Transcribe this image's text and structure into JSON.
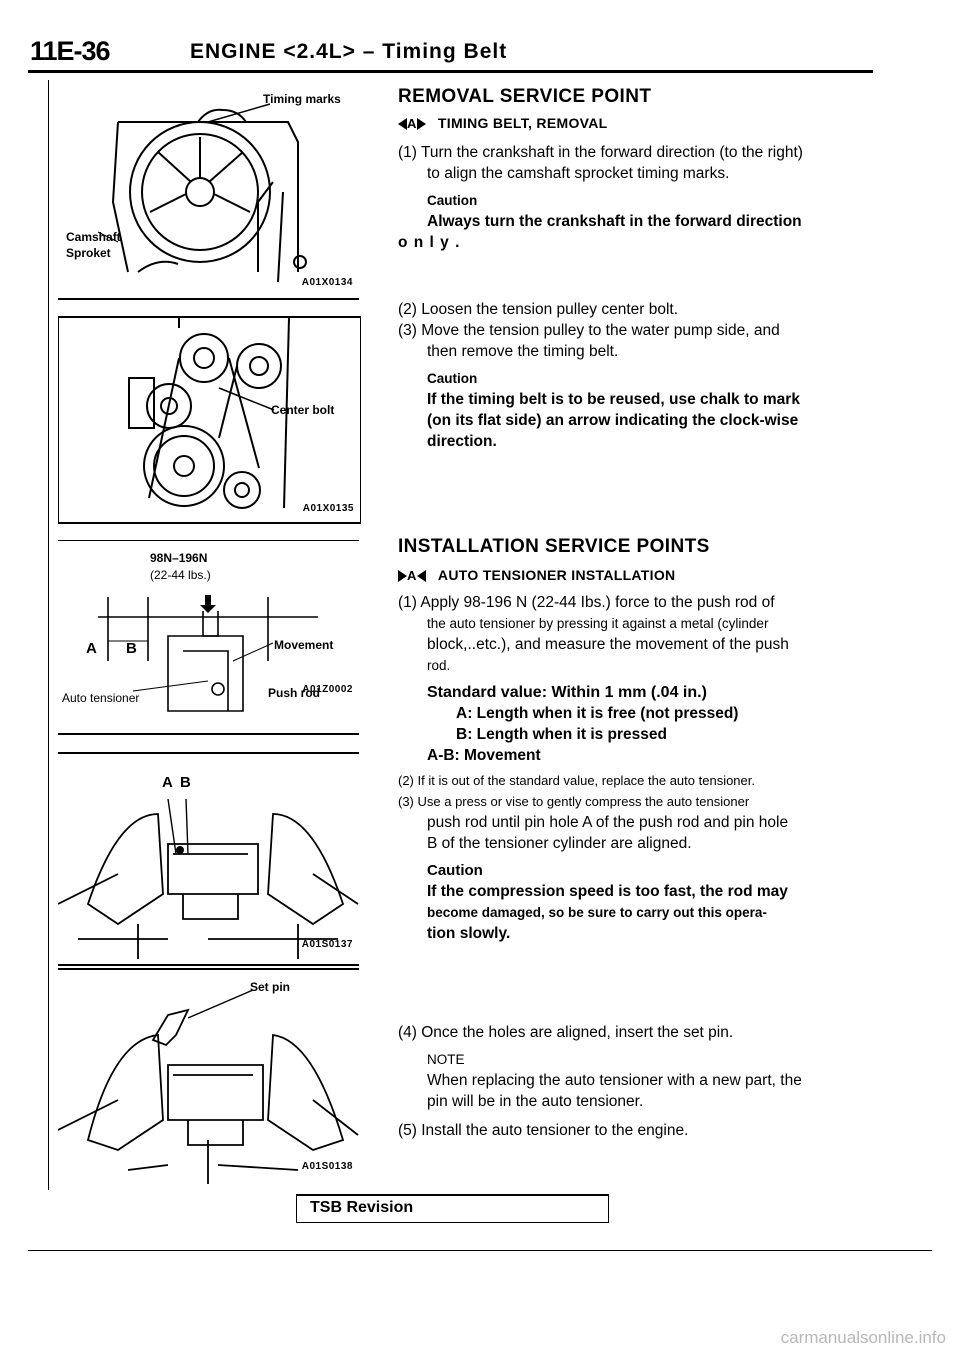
{
  "header": {
    "page_number": "11E-36",
    "title": "ENGINE <2.4L> – Timing Belt"
  },
  "figures": [
    {
      "labels": {
        "timing_marks": "Timing marks",
        "camshaft": "Camshaft",
        "sprocket": "Sproket"
      },
      "code": "A01X0134"
    },
    {
      "labels": {
        "center_bolt": "Center bolt"
      },
      "code": "A01X0135"
    },
    {
      "labels": {
        "force": "98N–196N",
        "force_lbs": "(22-44 lbs.)",
        "a": "A",
        "b": "B",
        "movement": "Movement",
        "push_rod": "Push rod",
        "auto_tensioner": "Auto tensioner"
      },
      "code": "A01Z0002"
    },
    {
      "labels": {
        "a": "A",
        "b": "B"
      },
      "code": "A01S0137"
    },
    {
      "labels": {
        "set_pin": "Set pin"
      },
      "code": "A01S0138"
    }
  ],
  "removal": {
    "heading": "REMOVAL SERVICE POINT",
    "marker": "A",
    "subheading": "TIMING BELT, REMOVAL",
    "step1_a": "(1) Turn the crankshaft in the forward direction (to the right)",
    "step1_b": "to align the camshaft sprocket timing marks.",
    "caution_label": "Caution",
    "caution1_a": "Always turn the crankshaft in the forward direction",
    "caution1_b": "o n l y .",
    "step2": "(2) Loosen the tension pulley center bolt.",
    "step3_a": "(3) Move the tension pulley to the water pump side, and",
    "step3_b": "then remove the timing belt.",
    "caution2_a": "If the timing belt is to be reused, use chalk to mark",
    "caution2_b": "(on its flat side) an arrow indicating the clock-wise",
    "caution2_c": "direction."
  },
  "installation": {
    "heading": "INSTALLATION SERVICE POINTS",
    "marker": "A",
    "subheading": "AUTO TENSIONER INSTALLATION",
    "step1_a": "(1) Apply 98-196 N (22-44 Ibs.) force to the push rod of",
    "step1_b": "the auto tensioner by pressing it against a metal (cylinder",
    "step1_c": "block,..etc.), and measure the movement of the push",
    "step1_d": "rod.",
    "standard": "Standard value: Within 1 mm (.04 in.)",
    "def_a": "A: Length when it is free (not pressed)",
    "def_b": "B: Length when it is pressed",
    "def_ab": "A-B: Movement",
    "step2": "(2) If it is out of the standard value, replace the auto tensioner.",
    "step3_a": "(3) Use a press or vise to gently compress the auto tensioner",
    "step3_b": "push rod until pin hole A of the push rod and pin hole",
    "step3_c": "B of the tensioner cylinder are aligned.",
    "caution_label": "Caution",
    "caution_a": "If the compression speed is too fast, the rod may",
    "caution_b": "become damaged, so be sure to carry out this opera-",
    "caution_c": "tion slowly.",
    "step4": "(4) Once the holes are aligned, insert the set pin.",
    "note_label": "NOTE",
    "note_a": "When replacing the auto tensioner with a new part, the",
    "note_b": "pin will be in the auto tensioner.",
    "step5": "(5) Install the auto tensioner to the engine."
  },
  "footer": {
    "label": "TSB Revision",
    "watermark": "carmanualsonline.info"
  }
}
